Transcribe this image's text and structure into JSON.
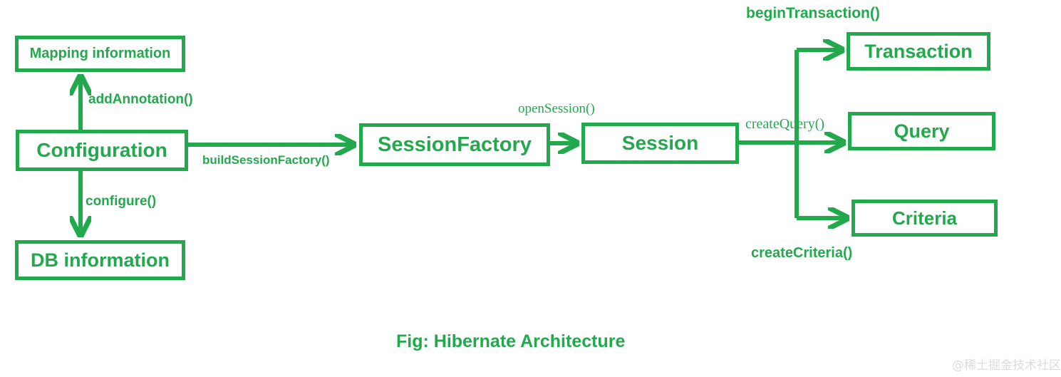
{
  "diagram": {
    "title": "Fig: Hibernate Architecture",
    "accent_color": "#22a94d",
    "background_color": "#ffffff",
    "watermark": "@稀土掘金技术社区",
    "watermark_color": "#dcdcdc",
    "nodes": [
      {
        "id": "mapping-information",
        "label": "Mapping information"
      },
      {
        "id": "configuration",
        "label": "Configuration"
      },
      {
        "id": "db-information",
        "label": "DB information"
      },
      {
        "id": "session-factory",
        "label": "SessionFactory"
      },
      {
        "id": "session",
        "label": "Session"
      },
      {
        "id": "transaction",
        "label": "Transaction"
      },
      {
        "id": "query",
        "label": "Query"
      },
      {
        "id": "criteria",
        "label": "Criteria"
      }
    ],
    "edges": [
      {
        "id": "add-annotation",
        "label": "addAnnotation()",
        "from": "configuration",
        "to": "mapping-information"
      },
      {
        "id": "configure",
        "label": "configure()",
        "from": "configuration",
        "to": "db-information"
      },
      {
        "id": "build-session-factory",
        "label": "buildSessionFactory()",
        "from": "configuration",
        "to": "session-factory"
      },
      {
        "id": "open-session",
        "label": "openSession()",
        "from": "session-factory",
        "to": "session"
      },
      {
        "id": "begin-transaction",
        "label": "beginTransaction()",
        "from": "session",
        "to": "transaction"
      },
      {
        "id": "create-query",
        "label": "createQuery()",
        "from": "session",
        "to": "query"
      },
      {
        "id": "create-criteria",
        "label": "createCriteria()",
        "from": "session",
        "to": "criteria"
      }
    ]
  }
}
